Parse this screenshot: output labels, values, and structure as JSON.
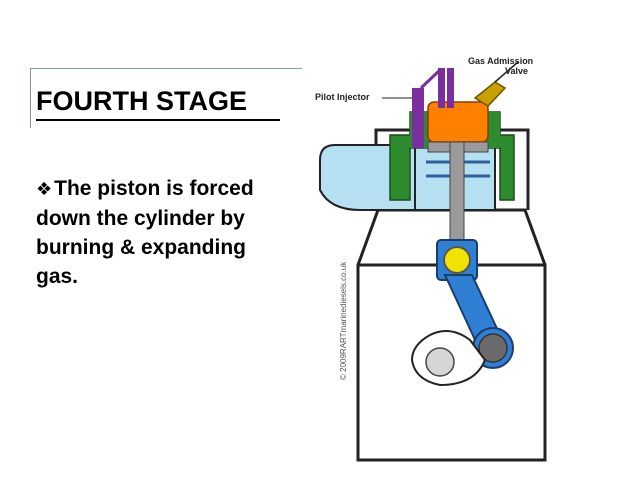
{
  "slide": {
    "title": "FOURTH STAGE",
    "body": "The piston is forced down the cylinder by burning & expanding gas."
  },
  "diagram": {
    "labels": {
      "gas_admission_valve": "Gas Admission Valve",
      "pilot_injector": "Pilot Injector",
      "copyright": "© 2009RARTmarinediesels.co.uk"
    },
    "colors": {
      "cylinder_head": "#2e8b2e",
      "combustion_gas": "#ff7f00",
      "injector": "#7b2f9e",
      "valve": "#c8a000",
      "cylinder_water": "#b4e0f2",
      "piston_rod": "#9a9a9a",
      "crosshead": "#f2e200",
      "connecting_rod": "#2f7fd4",
      "crank_pin": "#6b6b6b"
    }
  }
}
